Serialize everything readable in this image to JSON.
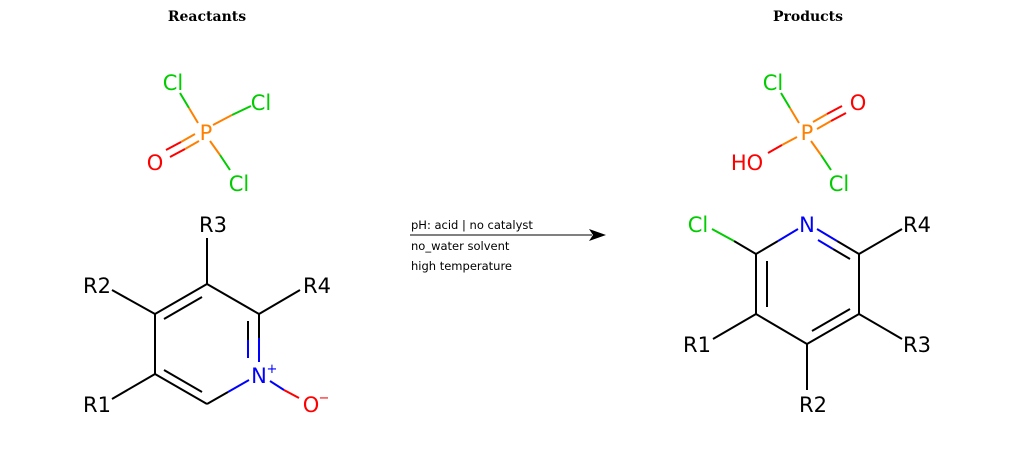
{
  "headings": {
    "reactants": "Reactants",
    "products": "Products"
  },
  "colors": {
    "bond": "#000000",
    "chlorine": "#00cc00",
    "phosphorus": "#ff8000",
    "oxygen": "#ff0000",
    "nitrogen": "#0000ff"
  },
  "conditions": [
    "pH: acid | no catalyst",
    "no_water solvent",
    "high temperature"
  ],
  "reactant_pocl3": {
    "cl_top": "Cl",
    "cl_right": "Cl",
    "cl_bottom": "Cl",
    "p": "P",
    "o": "O"
  },
  "reactant_pyridine_n_oxide": {
    "r1": "R1",
    "r2": "R2",
    "r3": "R3",
    "r4": "R4",
    "n": "N",
    "n_charge": "+",
    "o": "O",
    "o_charge": "−"
  },
  "product_phosphorodichloridic_acid": {
    "cl_top": "Cl",
    "o_double": "O",
    "p": "P",
    "ho": "HO",
    "cl_bottom": "Cl"
  },
  "product_chloropyridine": {
    "cl": "Cl",
    "n": "N",
    "r4": "R4",
    "r1": "R1",
    "r3": "R3",
    "r2": "R2"
  }
}
